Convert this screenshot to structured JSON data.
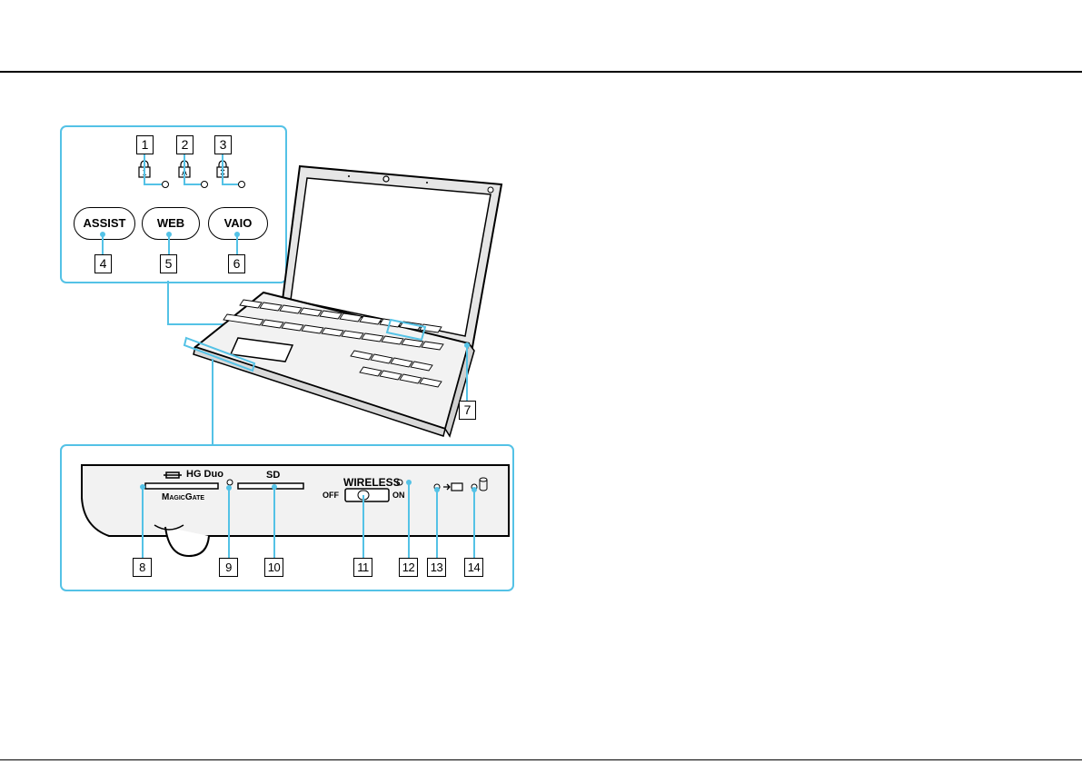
{
  "callouts": {
    "c1": "1",
    "c2": "2",
    "c3": "3",
    "c4": "4",
    "c5": "5",
    "c6": "6",
    "c7": "7",
    "c8": "8",
    "c9": "9",
    "c10": "10",
    "c11": "11",
    "c12": "12",
    "c13": "13",
    "c14": "14"
  },
  "buttons": {
    "assist": "ASSIST",
    "web": "WEB",
    "vaio": "VAIO"
  },
  "front_panel": {
    "magicgate": "MagicGate",
    "hg_duo": "HG Duo",
    "sd": "SD",
    "wireless": "WIRELESS",
    "off": "OFF",
    "on": "ON"
  },
  "icons": {
    "num_lock": "num-lock-icon",
    "caps_lock": "caps-lock-icon",
    "scroll_lock": "scroll-lock-icon",
    "charge": "charge-icon",
    "disk": "disk-drive-icon",
    "memory_stick": "memory-stick-icon"
  },
  "colors": {
    "accent": "#54c2e6"
  }
}
